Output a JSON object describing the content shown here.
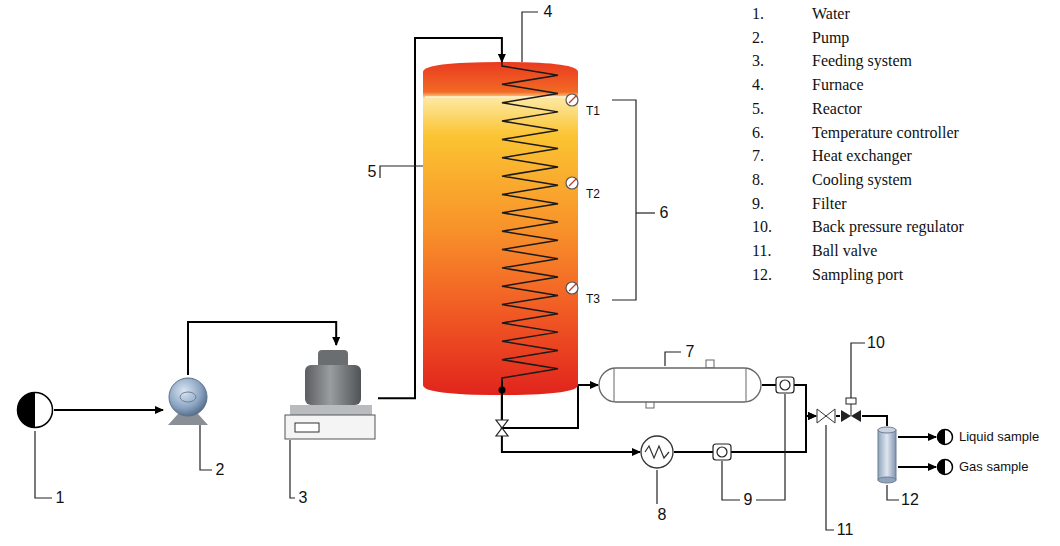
{
  "diagram": {
    "nodes": [
      {
        "text": [
          "1"
        ]
      },
      {
        "text": [
          "2"
        ]
      },
      {
        "text": [
          "3"
        ]
      },
      {
        "text": [
          "4"
        ]
      },
      {
        "text": [
          "5"
        ],
        "in": 3
      },
      {
        "text": [
          "7"
        ]
      },
      {
        "text": [
          "8"
        ]
      },
      {
        "text": [
          "11"
        ]
      },
      {
        "text": [
          "10"
        ]
      },
      {
        "text": [
          "12"
        ]
      },
      {
        "text": [
          "Liquid sample"
        ]
      },
      {
        "text": [
          "Gas sample"
        ]
      }
    ],
    "edges": [
      {
        "from": 0,
        "to": 1,
        "arrow": "to"
      },
      {
        "from": 1,
        "to": 2,
        "arrow": "to"
      },
      {
        "from": 2,
        "to": 4,
        "arrow": "to"
      },
      {
        "from": 4,
        "to": 5,
        "arrow": "to"
      },
      {
        "from": 4,
        "to": 6,
        "arrow": "to"
      },
      {
        "from": 5,
        "to": 7,
        "arrow": "to"
      },
      {
        "from": 6,
        "to": 7,
        "arrow": "to"
      },
      {
        "from": 7,
        "to": 8,
        "arrow": "none"
      },
      {
        "from": 8,
        "to": 9,
        "arrow": "none"
      },
      {
        "from": 9,
        "to": 10,
        "arrow": "to"
      },
      {
        "from": 9,
        "to": 11,
        "arrow": "to"
      }
    ],
    "labels": [
      "T1",
      "T2",
      "T3",
      "6",
      "9",
      "1.",
      "Water",
      "2.",
      "Pump",
      "3.",
      "Feeding system",
      "4.",
      "Furnace",
      "5.",
      "Reactor",
      "6.",
      "Temperature controller",
      "7.",
      "Heat exchanger",
      "8.",
      "Cooling system",
      "9.",
      "Filter",
      "10.",
      "Back pressure regulator",
      "11.",
      "Ball valve",
      "12.",
      "Sampling port"
    ]
  }
}
